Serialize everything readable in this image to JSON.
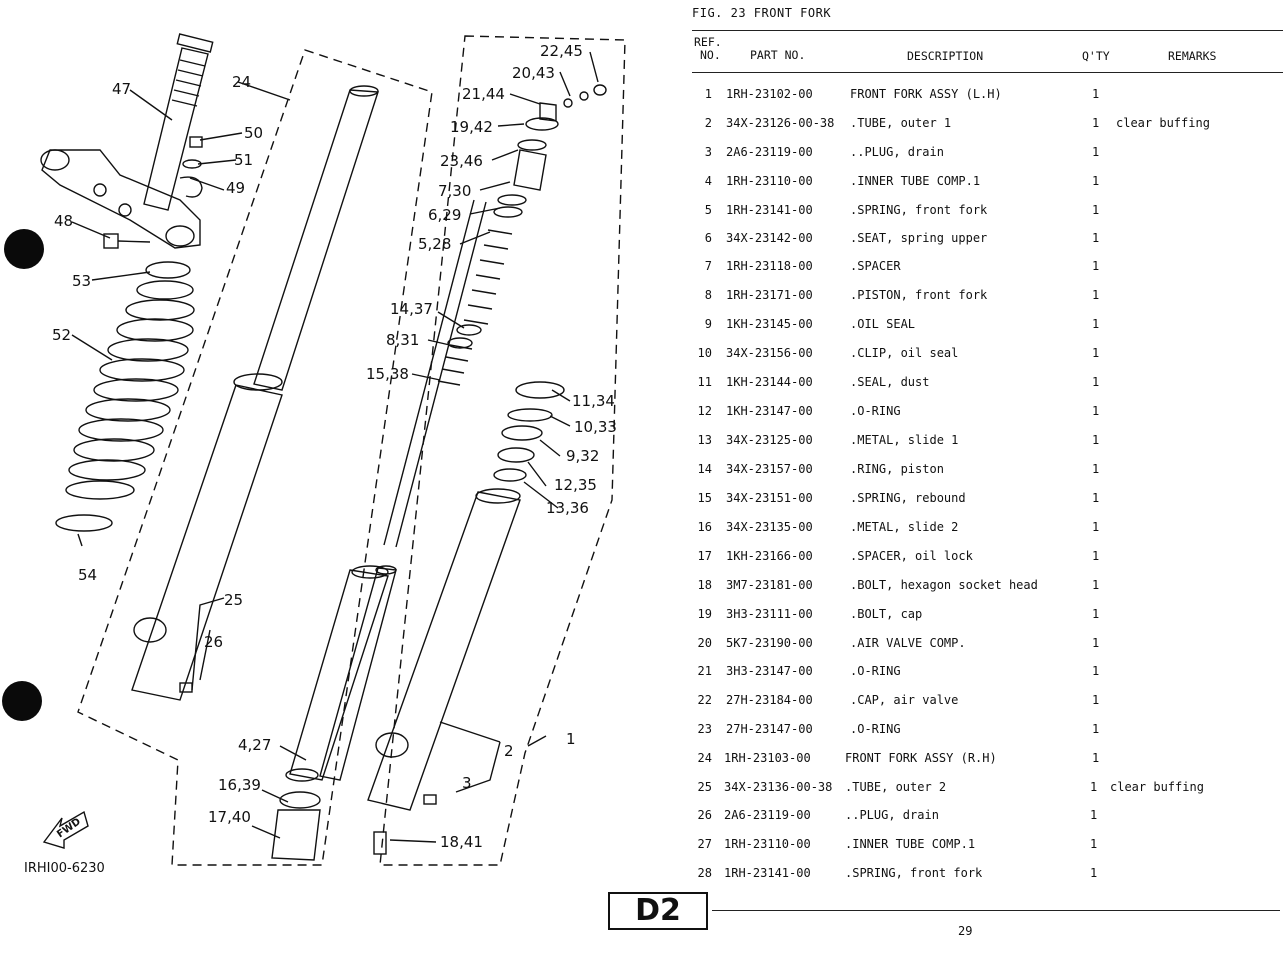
{
  "figure": {
    "title": "FIG. 23  FRONT FORK",
    "drawing_code": "IRHI00-6230",
    "fwd_label": "FWD",
    "callouts": {
      "c1": "1",
      "c2": "2",
      "c3": "3",
      "c24": "24",
      "c25": "25",
      "c26": "26",
      "c47": "47",
      "c48": "48",
      "c49": "49",
      "c50": "50",
      "c51": "51",
      "c52": "52",
      "c53": "53",
      "c54": "54",
      "c22_45": "22,45",
      "c20_43": "20,43",
      "c21_44": "21,44",
      "c19_42": "19,42",
      "c23_46": "23,46",
      "c7_30": "7,30",
      "c6_29": "6,29",
      "c5_28": "5,28",
      "c14_37": "14,37",
      "c8_31": "8,31",
      "c15_38": "15,38",
      "c11_34": "11,34",
      "c10_33": "10,33",
      "c9_32": "9,32",
      "c12_35": "12,35",
      "c13_36": "13,36",
      "c4_27": "4,27",
      "c16_39": "16,39",
      "c17_40": "17,40",
      "c18_41": "18,41"
    }
  },
  "table": {
    "headers": {
      "ref_line1": "REF.",
      "ref_line2": "NO.",
      "part": "PART NO.",
      "desc": "DESCRIPTION",
      "qty": "Q'TY",
      "remarks": "REMARKS"
    },
    "rows": [
      {
        "ref": "1",
        "part": "1RH-23102-00",
        "desc": "FRONT FORK ASSY (L.H)",
        "qty": "1",
        "remarks": ""
      },
      {
        "ref": "2",
        "part": "34X-23126-00-38",
        "desc": ".TUBE, outer 1",
        "qty": "1",
        "remarks": "clear buffing"
      },
      {
        "ref": "3",
        "part": "2A6-23119-00",
        "desc": "..PLUG, drain",
        "qty": "1",
        "remarks": ""
      },
      {
        "ref": "4",
        "part": "1RH-23110-00",
        "desc": ".INNER TUBE COMP.1",
        "qty": "1",
        "remarks": ""
      },
      {
        "ref": "5",
        "part": "1RH-23141-00",
        "desc": ".SPRING, front fork",
        "qty": "1",
        "remarks": ""
      },
      {
        "ref": "6",
        "part": "34X-23142-00",
        "desc": ".SEAT, spring upper",
        "qty": "1",
        "remarks": ""
      },
      {
        "ref": "7",
        "part": "1RH-23118-00",
        "desc": ".SPACER",
        "qty": "1",
        "remarks": ""
      },
      {
        "ref": "8",
        "part": "1RH-23171-00",
        "desc": ".PISTON, front fork",
        "qty": "1",
        "remarks": ""
      },
      {
        "ref": "9",
        "part": "1KH-23145-00",
        "desc": ".OIL SEAL",
        "qty": "1",
        "remarks": ""
      },
      {
        "ref": "10",
        "part": "34X-23156-00",
        "desc": ".CLIP, oil seal",
        "qty": "1",
        "remarks": ""
      },
      {
        "ref": "11",
        "part": "1KH-23144-00",
        "desc": ".SEAL, dust",
        "qty": "1",
        "remarks": ""
      },
      {
        "ref": "12",
        "part": "1KH-23147-00",
        "desc": ".O-RING",
        "qty": "1",
        "remarks": ""
      },
      {
        "ref": "13",
        "part": "34X-23125-00",
        "desc": ".METAL, slide 1",
        "qty": "1",
        "remarks": ""
      },
      {
        "ref": "14",
        "part": "34X-23157-00",
        "desc": ".RING, piston",
        "qty": "1",
        "remarks": ""
      },
      {
        "ref": "15",
        "part": "34X-23151-00",
        "desc": ".SPRING, rebound",
        "qty": "1",
        "remarks": ""
      },
      {
        "ref": "16",
        "part": "34X-23135-00",
        "desc": ".METAL, slide 2",
        "qty": "1",
        "remarks": ""
      },
      {
        "ref": "17",
        "part": "1KH-23166-00",
        "desc": ".SPACER, oil lock",
        "qty": "1",
        "remarks": ""
      },
      {
        "ref": "18",
        "part": "3M7-23181-00",
        "desc": ".BOLT, hexagon socket head",
        "qty": "1",
        "remarks": ""
      },
      {
        "ref": "19",
        "part": "3H3-23111-00",
        "desc": ".BOLT, cap",
        "qty": "1",
        "remarks": ""
      },
      {
        "ref": "20",
        "part": "5K7-23190-00",
        "desc": ".AIR VALVE COMP.",
        "qty": "1",
        "remarks": ""
      },
      {
        "ref": "21",
        "part": "3H3-23147-00",
        "desc": ".O-RING",
        "qty": "1",
        "remarks": ""
      },
      {
        "ref": "22",
        "part": "27H-23184-00",
        "desc": ".CAP, air valve",
        "qty": "1",
        "remarks": ""
      },
      {
        "ref": "23",
        "part": "27H-23147-00",
        "desc": ".O-RING",
        "qty": "1",
        "remarks": ""
      },
      {
        "ref": "24",
        "part": "1RH-23103-00",
        "desc": "FRONT FORK ASSY (R.H)",
        "qty": "1",
        "remarks": ""
      },
      {
        "ref": "25",
        "part": "34X-23136-00-38",
        "desc": ".TUBE, outer 2",
        "qty": "1",
        "remarks": "clear buffing"
      },
      {
        "ref": "26",
        "part": "2A6-23119-00",
        "desc": "..PLUG, drain",
        "qty": "1",
        "remarks": ""
      },
      {
        "ref": "27",
        "part": "1RH-23110-00",
        "desc": ".INNER TUBE COMP.1",
        "qty": "1",
        "remarks": ""
      },
      {
        "ref": "28",
        "part": "1RH-23141-00",
        "desc": ".SPRING, front fork",
        "qty": "1",
        "remarks": ""
      }
    ]
  },
  "footer": {
    "section_tab": "D2",
    "page_number": "29"
  }
}
